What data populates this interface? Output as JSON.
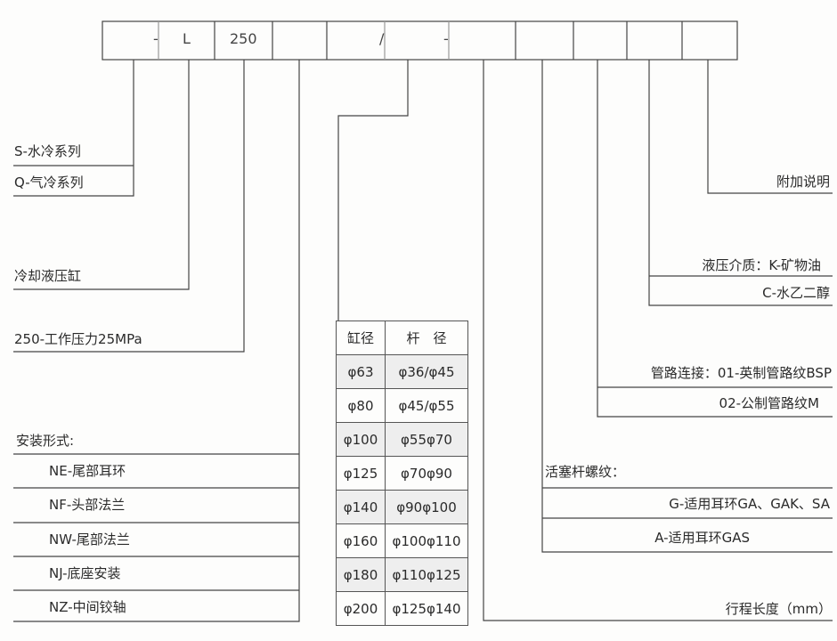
{
  "code_box": {
    "sep1": "-",
    "cell2": "L",
    "cell3": "250",
    "sep_slash": "/",
    "sep2": "-"
  },
  "left": {
    "series": [
      "S-水冷系列",
      "Q-气冷系列"
    ],
    "cylinder": "冷却液压缸",
    "pressure": "250-工作压力25MPa",
    "mount_title": "安装形式:",
    "mounts": [
      "NE-尾部耳环",
      "NF-头部法兰",
      "NW-尾部法兰",
      "NJ-底座安装",
      "NZ-中间铰轴"
    ]
  },
  "table": {
    "headers": [
      "缸径",
      "杆　径"
    ],
    "rows": [
      [
        "φ63",
        "φ36/φ45"
      ],
      [
        "φ80",
        "φ45/φ55"
      ],
      [
        "φ100",
        "φ55φ70"
      ],
      [
        "φ125",
        "φ70φ90"
      ],
      [
        "φ140",
        "φ90φ100"
      ],
      [
        "φ160",
        "φ100φ110"
      ],
      [
        "φ180",
        "φ110φ125"
      ],
      [
        "φ200",
        "φ125φ140"
      ]
    ]
  },
  "right": {
    "extra": "附加说明",
    "medium": [
      "液压介质：K-矿物油",
      "C-水乙二醇"
    ],
    "pipe": [
      "管路连接：01-英制管路纹BSP",
      "02-公制管路纹M"
    ],
    "rod_title": "活塞杆螺纹：",
    "rod": [
      "G-适用耳环GA、GAK、SA",
      "A-适用耳环GAS"
    ],
    "stroke": "行程长度（mm）"
  }
}
